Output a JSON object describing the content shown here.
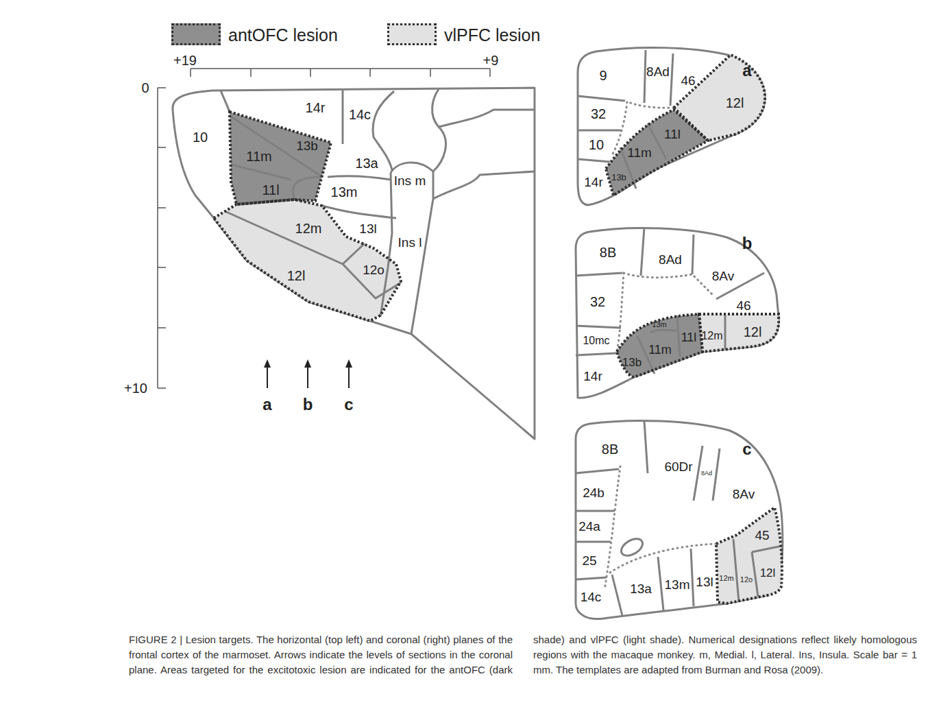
{
  "diagram": {
    "caption": "FIGURE 2 | Lesion targets. The horizontal (top left) and coronal (right) planes of the frontal cortex of the marmoset. Arrows indicate the levels of sections in the coronal plane. Areas targeted for the excitotoxic lesion are indicated for the antOFC (dark shade) and vlPFC (light shade). Numerical designations reflect likely homologous regions with the macaque monkey. m, Medial. l, Lateral. Ins, Insula. Scale bar = 1 mm. The templates are adapted from Burman and Rosa (2009).",
    "labels": [
      "+19",
      "+9",
      "0",
      "+10",
      "10",
      "14r",
      "14c",
      "13b",
      "11m",
      "11l",
      "13a",
      "13m",
      "Ins m",
      "12m",
      "13l",
      "Ins l",
      "12l",
      "12o",
      "a",
      "b",
      "c",
      "a",
      "9",
      "8Ad",
      "46",
      "12l",
      "32",
      "11l",
      "10",
      "11m",
      "14r",
      "13b",
      "b",
      "8B",
      "8Ad",
      "8Av",
      "46",
      "32",
      "13m",
      "11m",
      "11l",
      "12m",
      "12l",
      "10mc",
      "13b",
      "14r",
      "c",
      "8B",
      "60Dr",
      "8Ad",
      "8Av",
      "24b",
      "45",
      "24a",
      "12l",
      "25",
      "12m",
      "12o",
      "13a",
      "13m",
      "13l",
      "14c"
    ],
    "legend": [
      {
        "text": "antOFC lesion",
        "color": "#8f8f8f"
      },
      {
        "text": "vlPFC lesion",
        "color": "#e2e2e2"
      }
    ]
  }
}
